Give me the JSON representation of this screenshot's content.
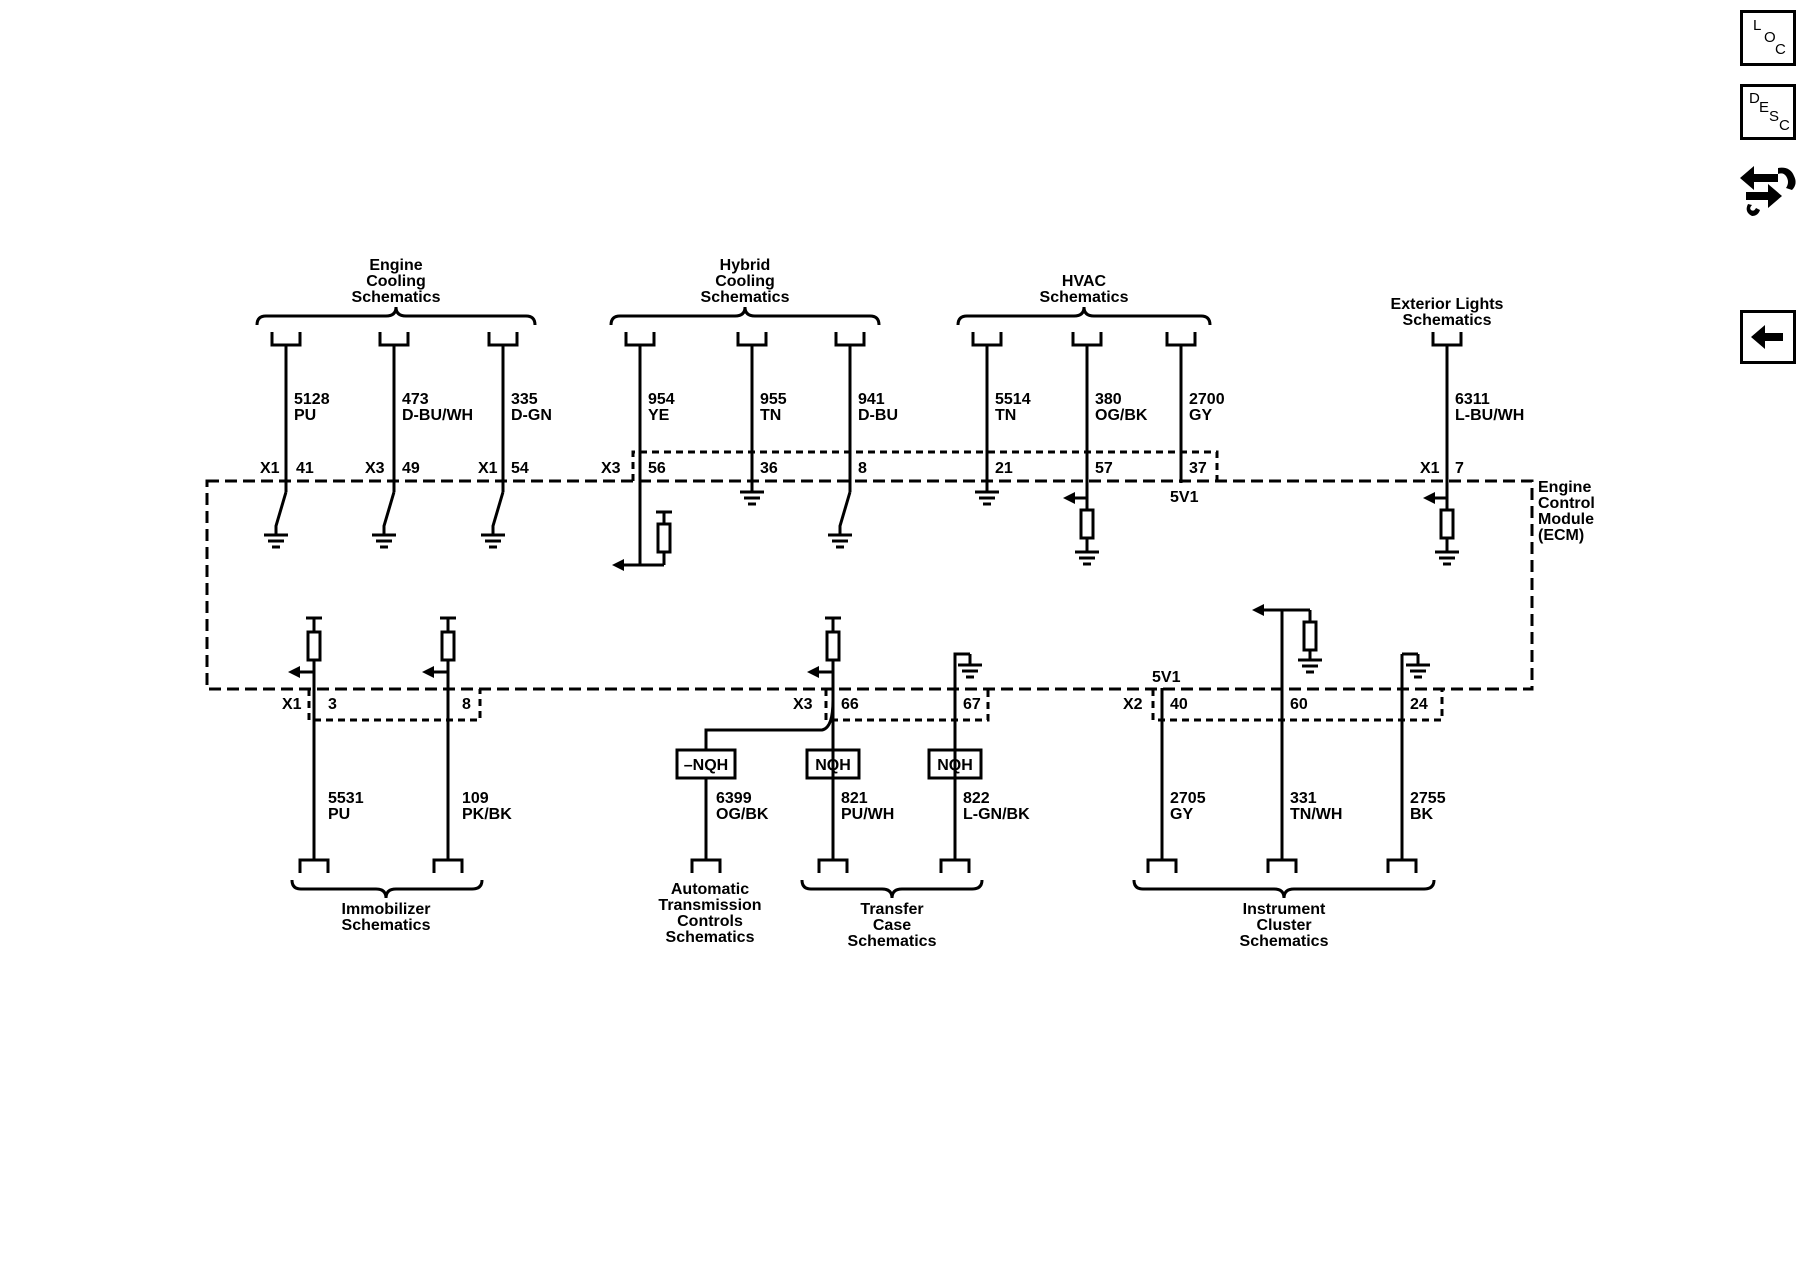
{
  "side_buttons": {
    "loc": {
      "l1": "L",
      "l2": "O",
      "l3": "C"
    },
    "desc": {
      "l1": "D",
      "l2": "E",
      "l3": "S",
      "l4": "C"
    },
    "nav_icon": "double-arrow-hand-icon",
    "back_icon": "arrow-left-icon"
  },
  "module": {
    "l1": "Engine",
    "l2": "Control",
    "l3": "Module",
    "l4": "(ECM)"
  },
  "top_groups": [
    {
      "lines": [
        "Engine",
        "Cooling",
        "Schematics"
      ]
    },
    {
      "lines": [
        "Hybrid",
        "Cooling",
        "Schematics"
      ]
    },
    {
      "lines": [
        "HVAC",
        "Schematics"
      ]
    },
    {
      "lines": [
        "Exterior Lights",
        "Schematics"
      ]
    }
  ],
  "top_wires": [
    {
      "circuit": "5128",
      "color": "PU",
      "conn": "X1",
      "pin": "41"
    },
    {
      "circuit": "473",
      "color": "D-BU/WH",
      "conn": "X3",
      "pin": "49"
    },
    {
      "circuit": "335",
      "color": "D-GN",
      "conn": "X1",
      "pin": "54"
    },
    {
      "circuit": "954",
      "color": "YE",
      "conn": "X3",
      "pin": "56"
    },
    {
      "circuit": "955",
      "color": "TN",
      "conn": "",
      "pin": "36"
    },
    {
      "circuit": "941",
      "color": "D-BU",
      "conn": "",
      "pin": "8"
    },
    {
      "circuit": "5514",
      "color": "TN",
      "conn": "",
      "pin": "21"
    },
    {
      "circuit": "380",
      "color": "OG/BK",
      "conn": "",
      "pin": "57"
    },
    {
      "circuit": "2700",
      "color": "GY",
      "conn": "",
      "pin": "37"
    },
    {
      "circuit": "6311",
      "color": "L-BU/WH",
      "conn": "X1",
      "pin": "7"
    }
  ],
  "ref_5v1_top": "5V1",
  "ref_5v1_bottom": "5V1",
  "bottom_wires": [
    {
      "circuit": "5531",
      "color": "PU",
      "conn": "X1",
      "pin": "3"
    },
    {
      "circuit": "109",
      "color": "PK/BK",
      "conn": "",
      "pin": "8"
    },
    {
      "circuit": "6399",
      "color": "OG/BK",
      "conn": "",
      "pin": ""
    },
    {
      "circuit": "821",
      "color": "PU/WH",
      "conn": "X3",
      "pin": "66"
    },
    {
      "circuit": "822",
      "color": "L-GN/BK",
      "conn": "",
      "pin": "67"
    },
    {
      "circuit": "2705",
      "color": "GY",
      "conn": "X2",
      "pin": "40"
    },
    {
      "circuit": "331",
      "color": "TN/WH",
      "conn": "",
      "pin": "60"
    },
    {
      "circuit": "2755",
      "color": "BK",
      "conn": "",
      "pin": "24"
    }
  ],
  "nqh_labels": [
    "–NQH",
    "NQH",
    "NQH"
  ],
  "bottom_groups": [
    {
      "lines": [
        "Immobilizer",
        "Schematics"
      ]
    },
    {
      "lines": [
        "Automatic",
        "Transmission",
        "Controls",
        "Schematics"
      ]
    },
    {
      "lines": [
        "Transfer",
        "Case",
        "Schematics"
      ]
    },
    {
      "lines": [
        "Instrument",
        "Cluster",
        "Schematics"
      ]
    }
  ]
}
